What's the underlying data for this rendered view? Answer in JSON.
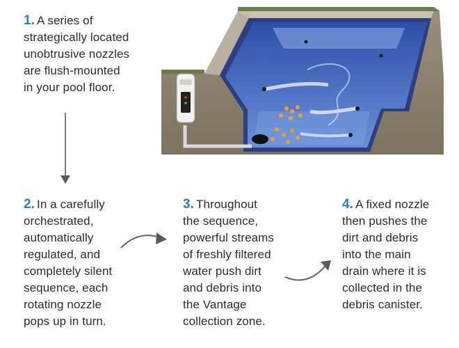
{
  "steps": [
    {
      "number": "1.",
      "lines": [
        "A series of",
        "strategically located",
        "unobtrusive nozzles",
        "are flush-mounted",
        "in your pool floor."
      ]
    },
    {
      "number": "2.",
      "lines": [
        "In a carefully",
        "orchestrated,",
        "automatically",
        "regulated, and",
        "completely silent",
        "sequence, each",
        "rotating nozzle",
        "pops up in turn."
      ]
    },
    {
      "number": "3.",
      "lines": [
        "Throughout",
        "the sequence,",
        "powerful streams",
        "of freshly filtered",
        "water push dirt",
        "and debris into",
        "the Vantage",
        "collection zone."
      ]
    },
    {
      "number": "4.",
      "lines": [
        "A fixed nozzle",
        "then pushes the",
        "dirt and debris",
        "into the main",
        "drain where it is",
        "collected in the",
        "debris canister."
      ]
    }
  ],
  "colors": {
    "number": "#2a7fb8",
    "text": "#2b2b2b",
    "arrow": "#5a5a5a",
    "water": "#4f73c4",
    "ground": "#8c8272"
  }
}
